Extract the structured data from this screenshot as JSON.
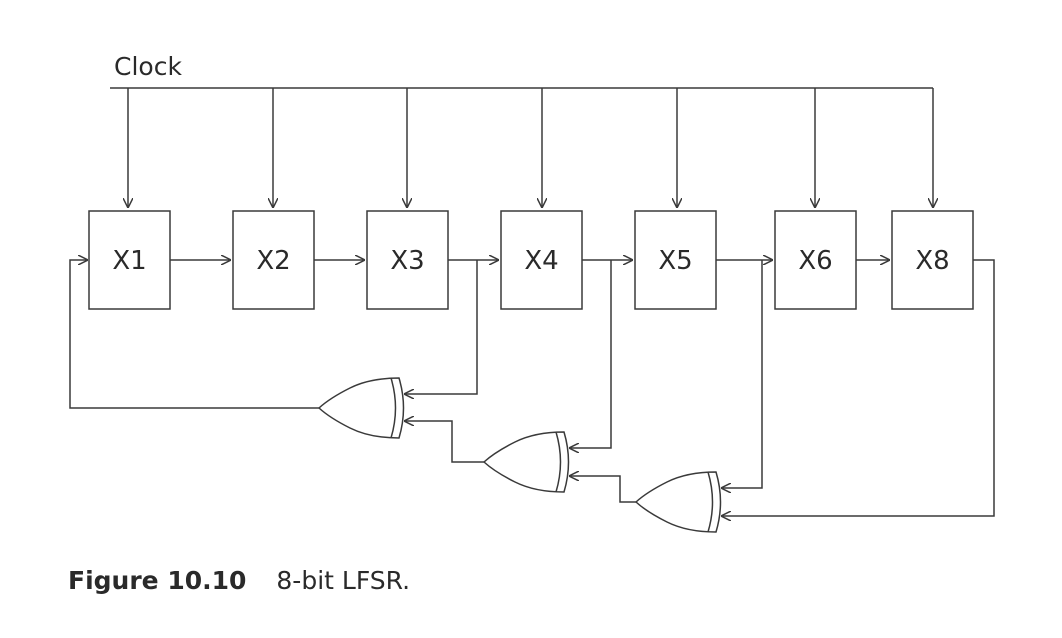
{
  "diagram": {
    "clock_label": "Clock",
    "registers": [
      "X1",
      "X2",
      "X3",
      "X4",
      "X5",
      "X6",
      "X8"
    ],
    "xor_gates": 3
  },
  "caption": {
    "number": "Figure 10.10",
    "text": "8-bit LFSR."
  }
}
